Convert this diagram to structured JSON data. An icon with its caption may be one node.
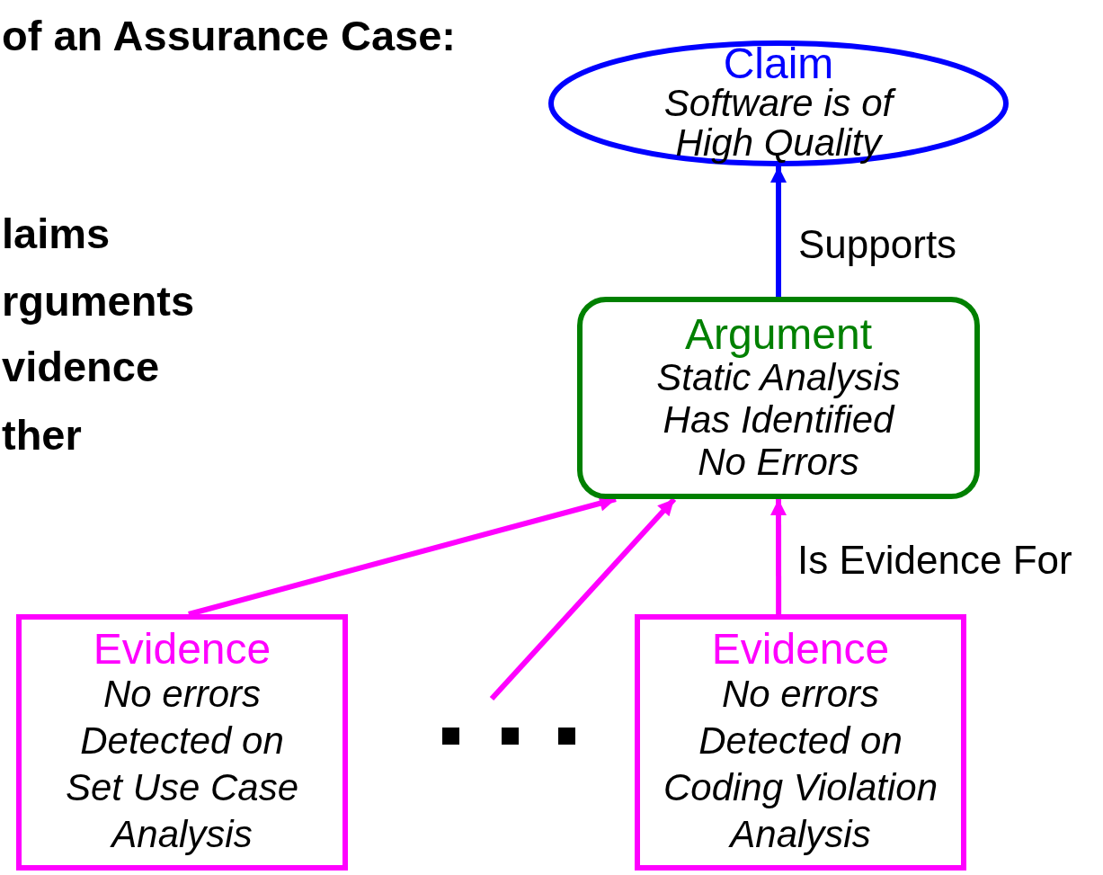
{
  "diagram": {
    "nodes": [
      {
        "text": [
          "Claim",
          "Software is of High Quality"
        ]
      },
      {
        "text": [
          "Argument",
          "Static Analysis Has Identified No Errors"
        ]
      },
      {
        "text": [
          "Evidence",
          "No errors Detected on Set Use Case Analysis"
        ]
      },
      {
        "text": [
          "Evidence",
          "No errors Detected on Coding Violation Analysis"
        ]
      }
    ],
    "edges": [
      {
        "from": 1,
        "to": 0,
        "arrow": "to",
        "label": "Supports",
        "color": "#0000ff"
      },
      {
        "from": 2,
        "to": 1,
        "arrow": "to"
      },
      {
        "from": null,
        "to": 1,
        "arrow": "to"
      },
      {
        "from": 3,
        "to": 1,
        "arrow": "to",
        "label": "Is Evidence For"
      }
    ],
    "labels": [
      "of an Assurance Case:",
      "laims",
      "rguments",
      "vidence",
      "ther"
    ]
  }
}
